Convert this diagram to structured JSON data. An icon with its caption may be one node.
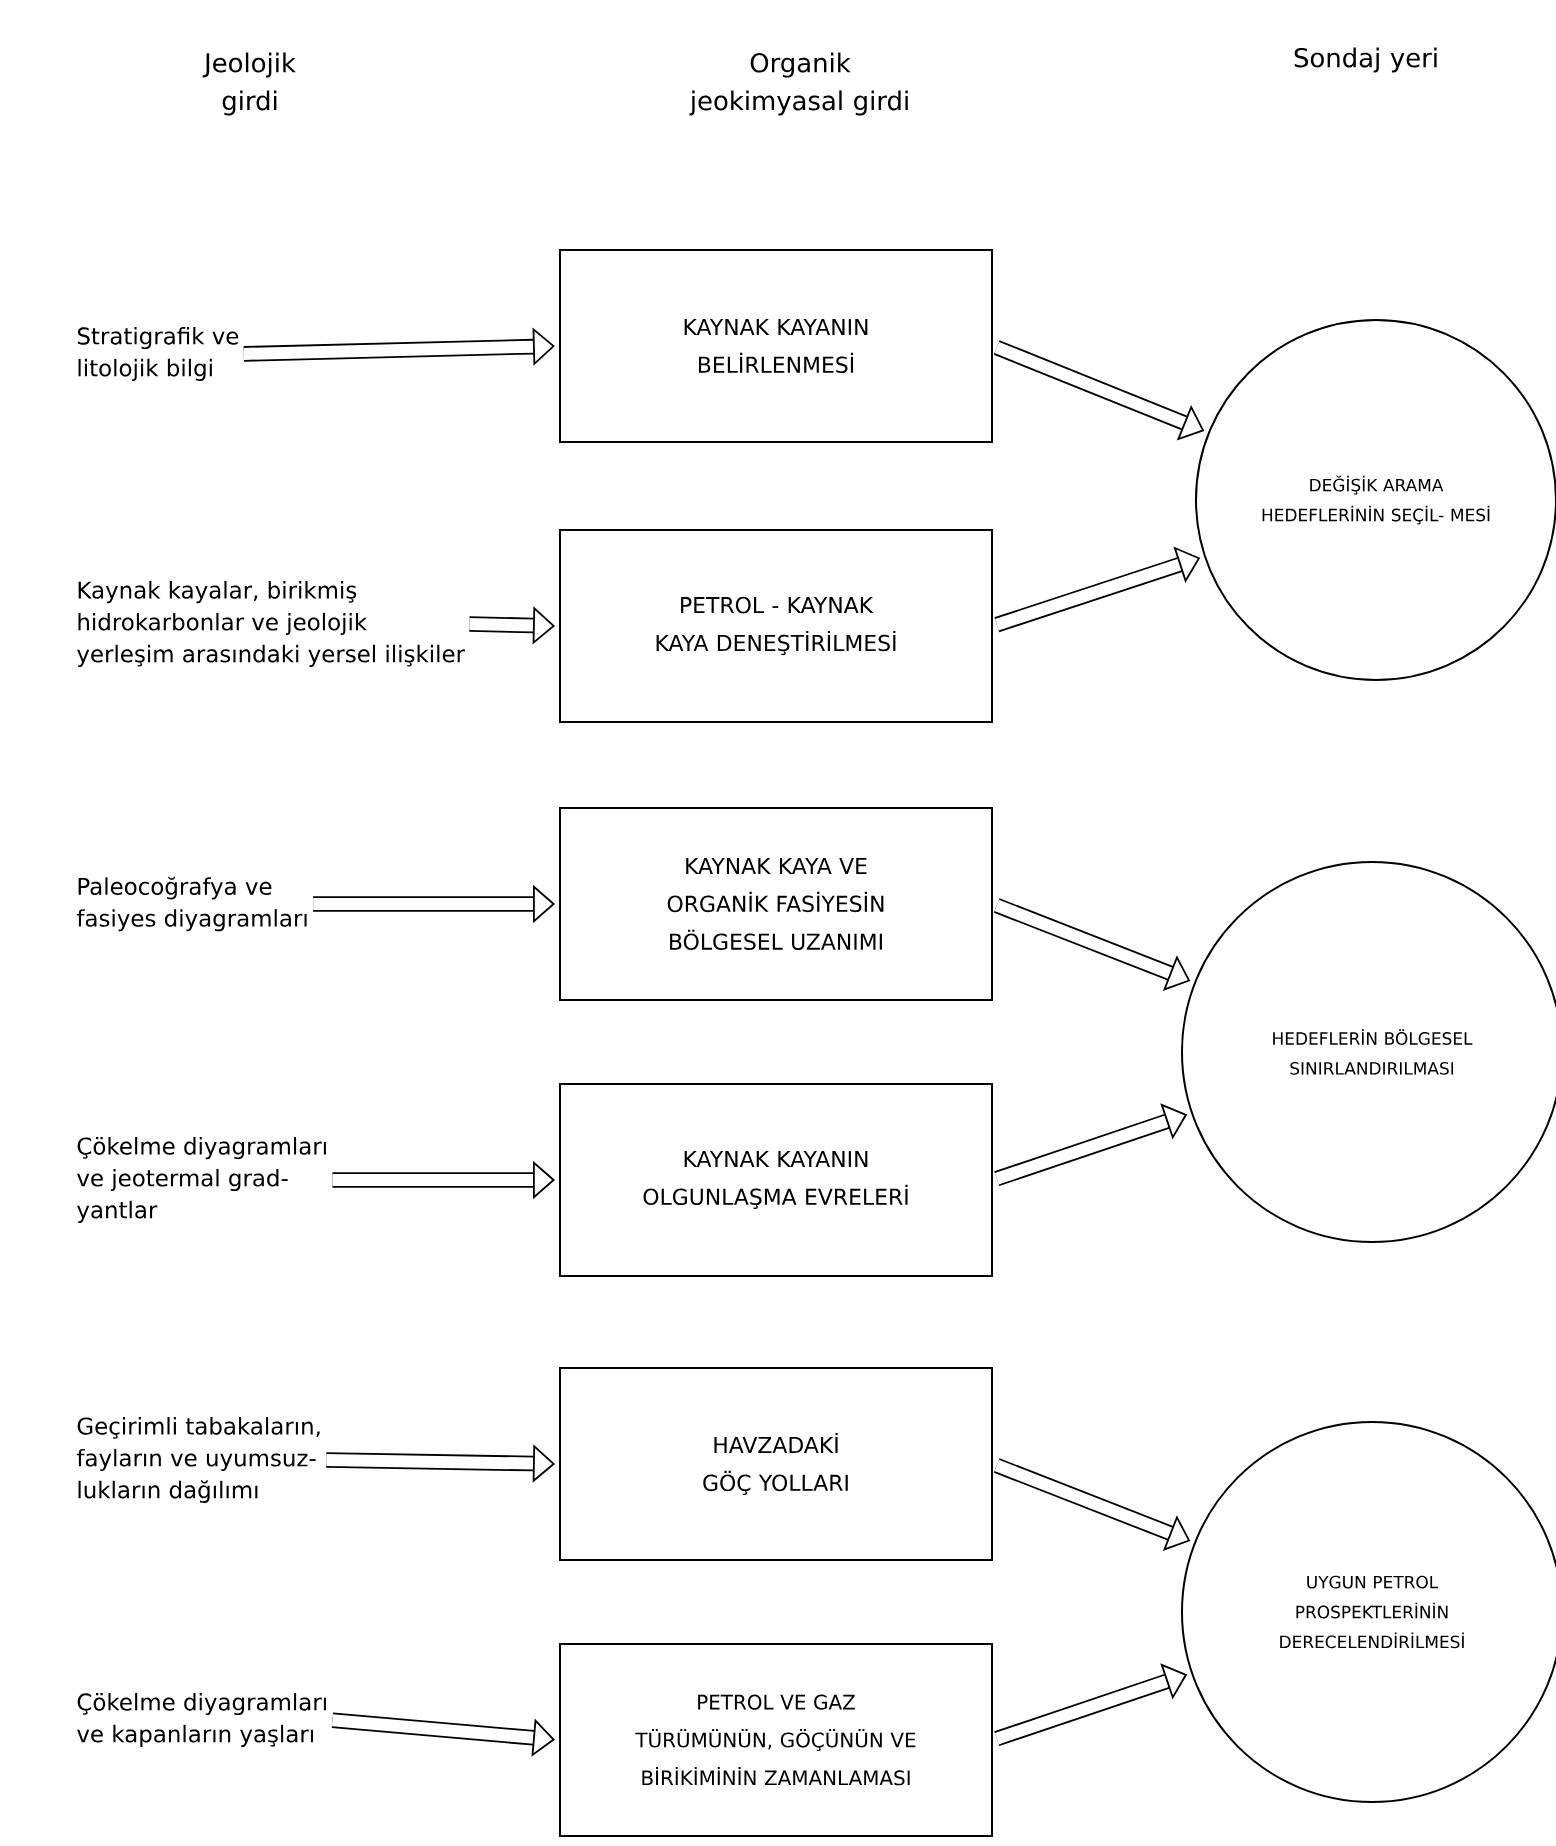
{
  "diagram": {
    "nodes": [
      {
        "text": [
          "Stratigrafik ve litolojik bilgi"
        ]
      },
      {
        "text": [
          "Kaynak kayalar, birikmiş hidrokarbonlar ve jeolojik yerleşim arasındaki yersel ilişkiler"
        ]
      },
      {
        "text": [
          "Paleocoğrafya ve fasiyes diyagramları"
        ]
      },
      {
        "text": [
          "Çökelme diyagramları ve jeotermal grad- yantlar"
        ]
      },
      {
        "text": [
          "Geçirimli tabakaların, fayların ve uyumsuz- lukların dağılımı"
        ]
      },
      {
        "text": [
          "Çökelme diyagramları ve kapanların yaşları"
        ]
      },
      {
        "text": [
          "KAYNAK KAYANIN BELİRLENMESİ"
        ]
      },
      {
        "text": [
          "PETROL - KAYNAK KAYA DENEŞTİRİLMESİ"
        ]
      },
      {
        "text": [
          "KAYNAK KAYA VE ORGANİK FASİYESİN BÖLGESEL UZANIMI"
        ]
      },
      {
        "text": [
          "KAYNAK KAYANIN OLGUNLAŞMA EVRELERİ"
        ]
      },
      {
        "text": [
          "HAVZADAKİ GÖÇ YOLLARI"
        ]
      },
      {
        "text": [
          "PETROL VE GAZ TÜRÜMÜNÜN, GÖÇÜNÜN VE BİRİKİMİNİN ZAMANLAMASI"
        ]
      },
      {
        "text": [
          "DEĞİŞİK ARAMA HEDEFLERİNİN SEÇİL- MESİ"
        ]
      },
      {
        "text": [
          "HEDEFLERİN BÖLGESEL SINIRLANDIRILMASI"
        ]
      },
      {
        "text": [
          "UYGUN PETROL PROSPEKTLERİNİN DERECELENDİRİLMESİ"
        ]
      }
    ],
    "edges": [
      {
        "from": 0,
        "to": 6,
        "arrow": "to"
      },
      {
        "from": 1,
        "to": 7,
        "arrow": "to"
      },
      {
        "from": 2,
        "to": 8,
        "arrow": "to"
      },
      {
        "from": 3,
        "to": 9,
        "arrow": "to"
      },
      {
        "from": 4,
        "to": 10,
        "arrow": "to"
      },
      {
        "from": 5,
        "to": 11,
        "arrow": "to"
      },
      {
        "from": 6,
        "to": 12,
        "arrow": "to"
      },
      {
        "from": 7,
        "to": 12,
        "arrow": "to"
      },
      {
        "from": 8,
        "to": 13,
        "arrow": "to"
      },
      {
        "from": 9,
        "to": 13,
        "arrow": "to"
      },
      {
        "from": 10,
        "to": 14,
        "arrow": "to"
      },
      {
        "from": 11,
        "to": 14,
        "arrow": "to"
      }
    ],
    "labels": [
      "Jeolojik girdi",
      "Organik jeokimyasal girdi",
      "Sondaj yeri"
    ]
  }
}
